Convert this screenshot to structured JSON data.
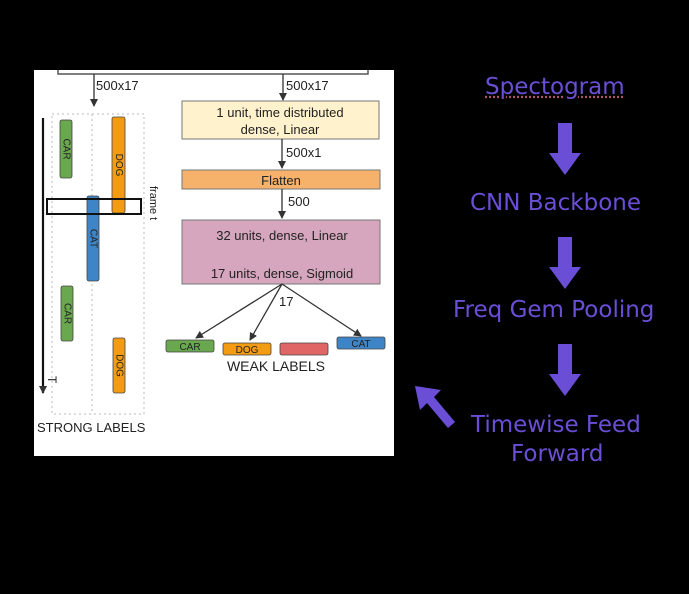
{
  "diagram": {
    "top_dim_left": "500x17",
    "top_dim_right": "500x17",
    "box_time_distributed": [
      "1 unit, time distributed",
      "dense, Linear"
    ],
    "dim_after_td": "500x1",
    "box_flatten": "Flatten",
    "dim_after_flatten": "500",
    "box_dense_lines": [
      "32 units, dense, Linear",
      "17 units, dense, Sigmoid"
    ],
    "dim_output": "17",
    "weak_labels": [
      {
        "text": "CAR",
        "color": "#6aa84f"
      },
      {
        "text": "DOG",
        "color": "#f39c12"
      },
      {
        "text": "",
        "color": "#e06666"
      },
      {
        "text": "CAT",
        "color": "#3d85c6"
      }
    ],
    "weak_labels_caption": "WEAK LABELS",
    "strong_labels_caption": "STRONG LABELS",
    "strong_bars": [
      {
        "text": "CAR",
        "color": "#6aa84f"
      },
      {
        "text": "DOG",
        "color": "#f39c12"
      },
      {
        "text": "CAT",
        "color": "#3d85c6"
      },
      {
        "text": "CAR",
        "color": "#6aa84f"
      },
      {
        "text": "DOG",
        "color": "#f39c12"
      }
    ],
    "frame_label": "frame t",
    "time_axis_label": "T",
    "colors": {
      "td_box": "#fff2cc",
      "flatten_box": "#f6b26b",
      "dense_box": "#d5a6bd"
    }
  },
  "pipeline": {
    "steps": [
      "Spectogram",
      "CNN Backbone",
      "Freq Gem Pooling",
      "Timewise Feed",
      "Forward"
    ],
    "accent_color": "#6a4fd6"
  }
}
